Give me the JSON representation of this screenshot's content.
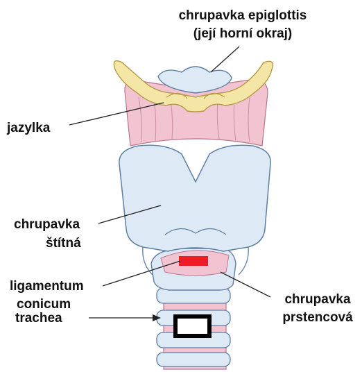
{
  "labels": {
    "epiglottis_line1": "chrupavka epiglottis",
    "epiglottis_line2": "(její horní okraj)",
    "hyoid": "jazylka",
    "thyroid_line1": "chrupavka",
    "thyroid_line2": "štítná",
    "ligament_line1": "ligamentum",
    "ligament_line2": "conicum",
    "cricoid_line1": "chrupavka",
    "cricoid_line2": "prstencová",
    "trachea": "trachea"
  },
  "colors": {
    "cartilage_fill": "#dde9f4",
    "cartilage_stroke": "#5e7fa3",
    "hyoid_fill": "#f4e6a6",
    "hyoid_stroke": "#b49a45",
    "membrane_fill": "#f2c4d2",
    "membrane_stroke": "#b7758c",
    "ligament_marker": "#ee1c25",
    "trachea_marker_border": "#000000",
    "text": "#111111"
  }
}
